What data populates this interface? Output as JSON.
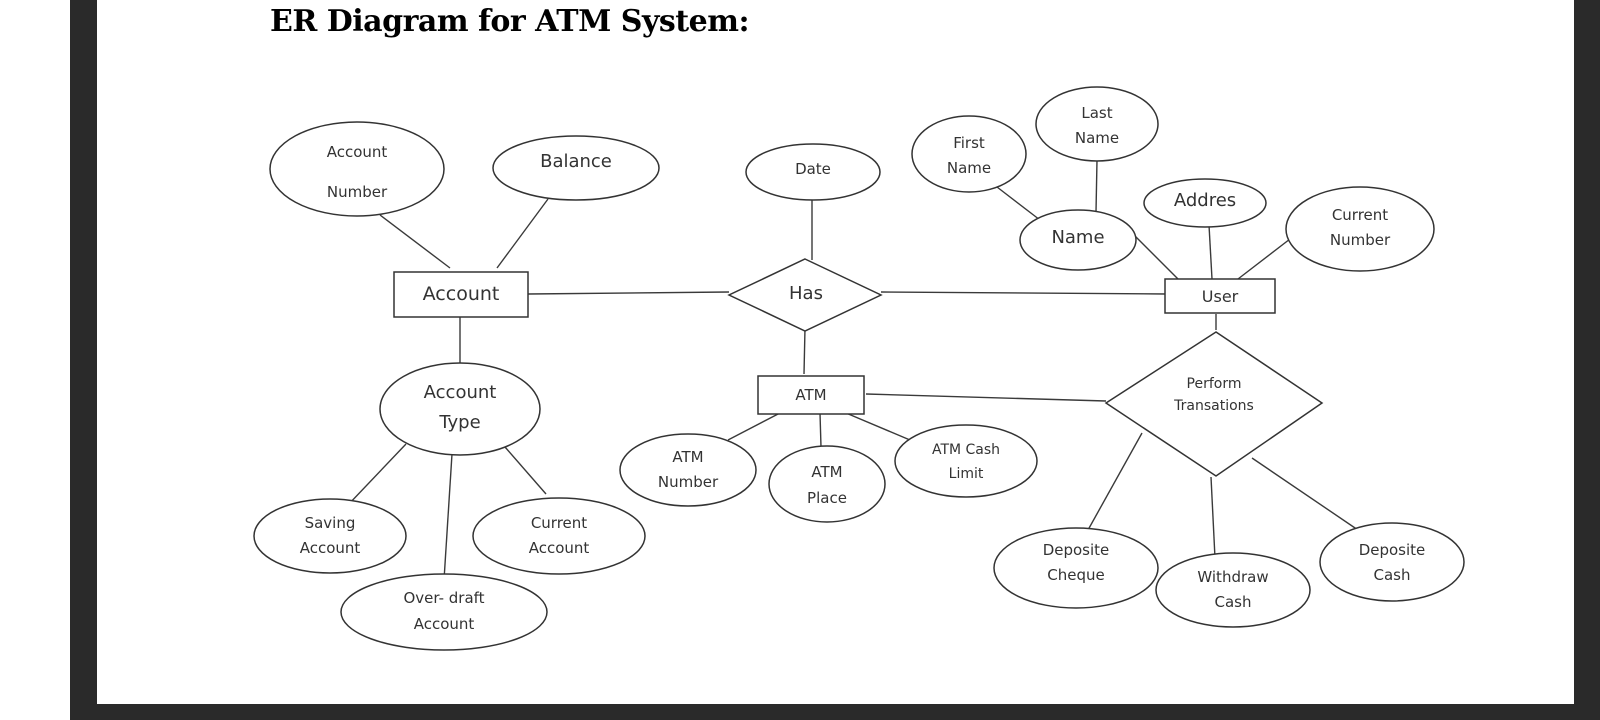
{
  "title": "ER Diagram for ATM System:",
  "diagram": {
    "entities": {
      "account": "Account",
      "user": "User",
      "atm": "ATM"
    },
    "relationships": {
      "has": "Has",
      "perform_l1": "Perform",
      "perform_l2": "Transations"
    },
    "attributes": {
      "account_number_l1": "Account",
      "account_number_l2": "Number",
      "balance": "Balance",
      "date": "Date",
      "first_name_l1": "First",
      "first_name_l2": "Name",
      "last_name_l1": "Last",
      "last_name_l2": "Name",
      "name": "Name",
      "address": "Addres",
      "current_number_l1": "Current",
      "current_number_l2": "Number",
      "account_type_l1": "Account",
      "account_type_l2": "Type",
      "saving_l1": "Saving",
      "saving_l2": "Account",
      "current_account_l1": "Current",
      "current_account_l2": "Account",
      "overdraft_l1": "Over- draft",
      "overdraft_l2": "Account",
      "atm_number_l1": "ATM",
      "atm_number_l2": "Number",
      "atm_place_l1": "ATM",
      "atm_place_l2": "Place",
      "atm_cash_limit_l1": "ATM Cash",
      "atm_cash_limit_l2": "Limit",
      "deposite_cheque_l1": "Deposite",
      "deposite_cheque_l2": "Cheque",
      "withdraw_cash_l1": "Withdraw",
      "withdraw_cash_l2": "Cash",
      "deposite_cash_l1": "Deposite",
      "deposite_cash_l2": "Cash"
    }
  }
}
